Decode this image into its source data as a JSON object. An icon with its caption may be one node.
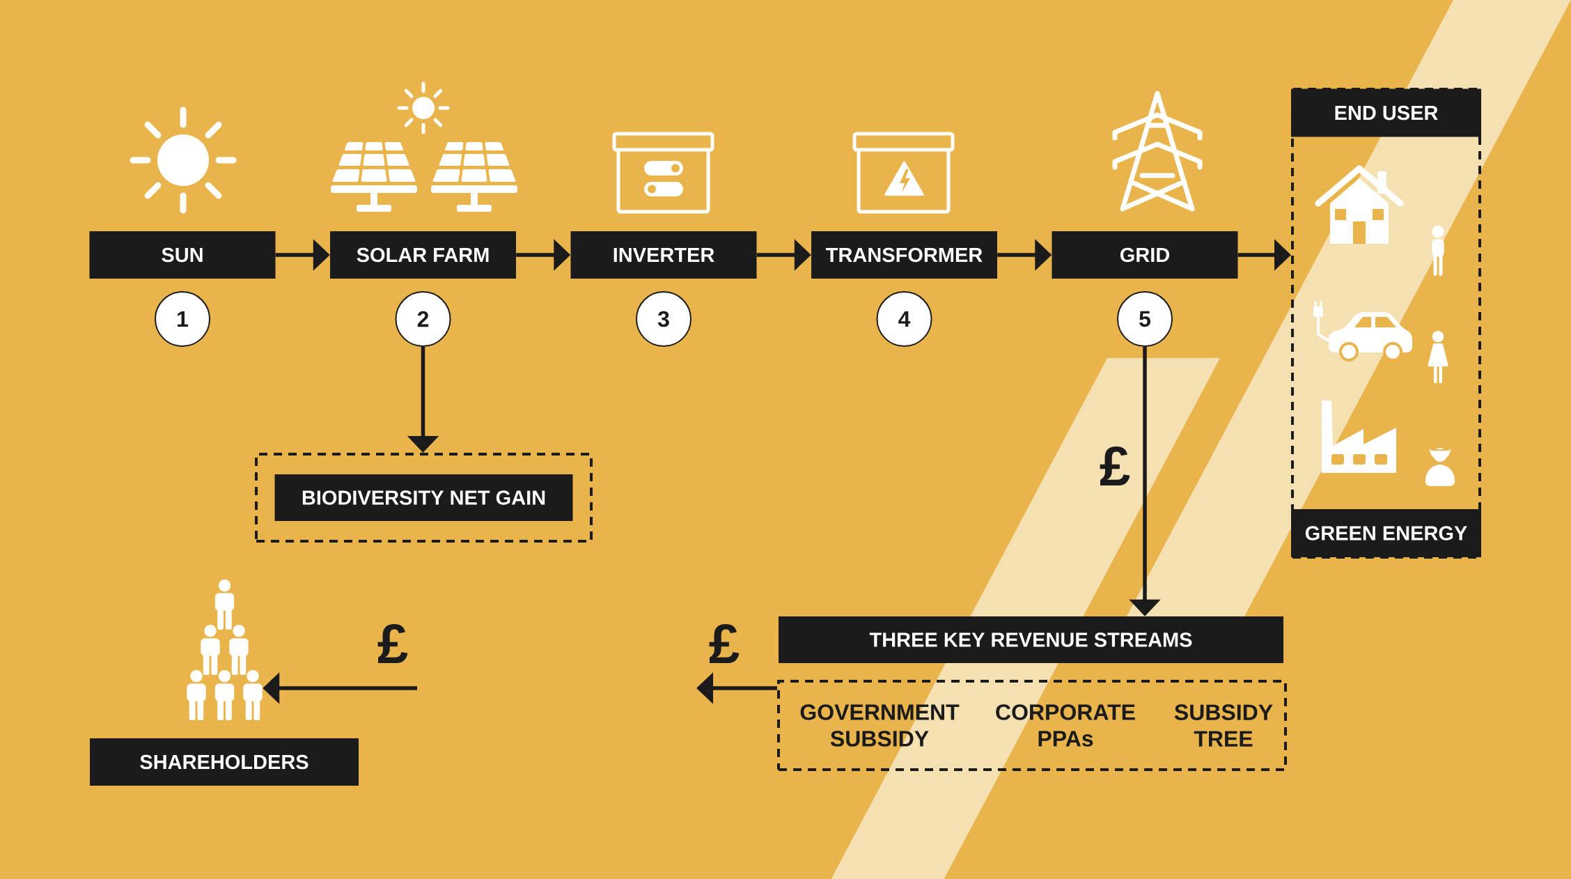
{
  "diagram": {
    "nodes": [
      {
        "text": [
          "SUN"
        ]
      },
      {
        "text": [
          "SOLAR FARM"
        ]
      },
      {
        "text": [
          "INVERTER"
        ]
      },
      {
        "text": [
          "TRANSFORMER"
        ]
      },
      {
        "text": [
          "GRID"
        ]
      },
      {
        "text": [
          "END USER",
          "GREEN ENERGY"
        ]
      },
      {
        "text": [
          "1"
        ]
      },
      {
        "text": [
          "2"
        ]
      },
      {
        "text": [
          "3"
        ]
      },
      {
        "text": [
          "4"
        ]
      },
      {
        "text": [
          "5"
        ]
      },
      {
        "text": [],
        "shape": "box"
      },
      {
        "text": [
          "BIODIVERSITY NET GAIN"
        ],
        "in": 11
      },
      {
        "text": [
          "THREE KEY REVENUE STREAMS"
        ]
      },
      {
        "text": [
          "GOVERNMENT SUBSIDY",
          "CORPORATE PPAs",
          "SUBSIDY TREE"
        ]
      },
      {
        "text": [],
        "shape": "person"
      },
      {
        "text": [
          "SHAREHOLDERS"
        ]
      }
    ],
    "edges": [
      {
        "from": 0,
        "to": 1,
        "arrow": "to"
      },
      {
        "from": 1,
        "to": 2,
        "arrow": "to"
      },
      {
        "from": 2,
        "to": 3,
        "arrow": "to"
      },
      {
        "from": 3,
        "to": 4,
        "arrow": "to"
      },
      {
        "from": 4,
        "to": 5,
        "arrow": "to"
      },
      {
        "from": 7,
        "to": 11,
        "arrow": "to"
      },
      {
        "from": 10,
        "to": 13,
        "arrow": "to",
        "label": "£"
      },
      {
        "from": 14,
        "to": null,
        "arrow": "to",
        "label": "£"
      },
      {
        "from": null,
        "to": 15,
        "arrow": "to",
        "label": "£"
      }
    ]
  }
}
